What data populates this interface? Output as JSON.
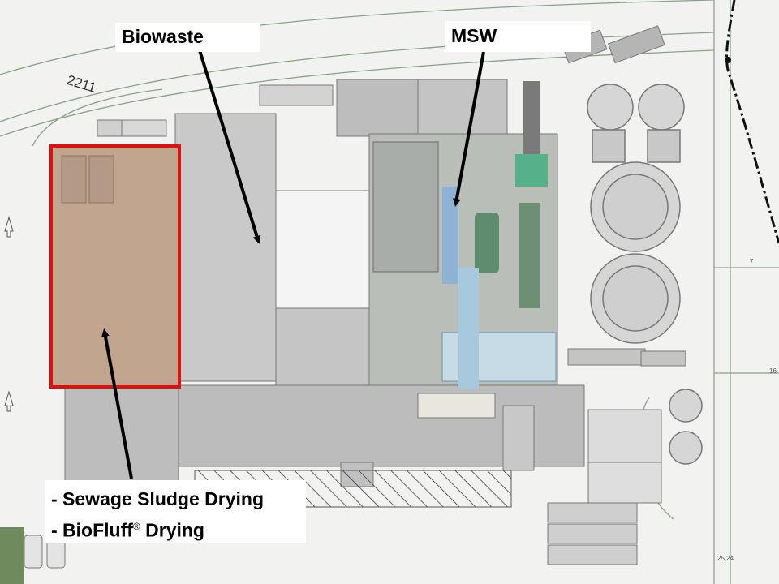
{
  "labels": {
    "biowaste": "Biowaste",
    "msw": "MSW",
    "sludge_line1": "- Sewage Sludge Drying",
    "sludge_line2_prefix": "- BioFluff",
    "sludge_line2_mark": "®",
    "sludge_line2_suffix": " Drying"
  },
  "plan": {
    "road_number": "2211",
    "dim_right_1": "7",
    "dim_right_2": "16",
    "dim_bottom": "25,24"
  },
  "colors": {
    "highlight_border": "#e01010",
    "highlight_fill": "#c2a58f",
    "building_fill": "#c8c8c8",
    "arrow": "#000000"
  }
}
